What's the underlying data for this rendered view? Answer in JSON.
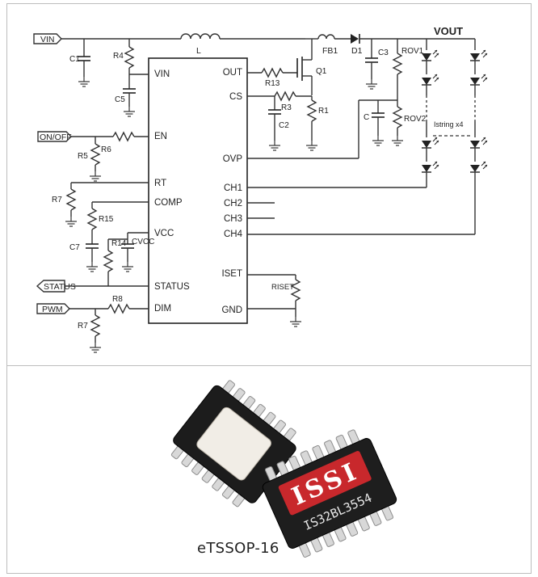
{
  "schematic": {
    "output_label": "VOUT",
    "input_pins": {
      "vin": "VIN",
      "en": "EN",
      "rt": "RT",
      "comp": "COMP",
      "vcc": "VCC",
      "status": "STATUS",
      "dim": "DIM"
    },
    "output_pins": {
      "out": "OUT",
      "cs": "CS",
      "ovp": "OVP",
      "ch1": "CH1",
      "ch2": "CH2",
      "ch3": "CH3",
      "ch4": "CH4",
      "iset": "ISET",
      "gnd": "GND"
    },
    "ports": {
      "vin": "VIN",
      "onoff": "ON/OFF",
      "status": "STATUS",
      "pwm": "PWM"
    },
    "components": {
      "L": "L",
      "FB1": "FB1",
      "D1": "D1",
      "Q1": "Q1",
      "C1": "C1",
      "C2": "C2",
      "C3": "C3",
      "C5": "C5",
      "C7": "C7",
      "C": "C",
      "R1": "R1",
      "R3": "R3",
      "R4": "R4",
      "R5": "R5",
      "R6": "R6",
      "R7a": "R7",
      "R7b": "R7",
      "R8": "R8",
      "R13": "R13",
      "R14": "R14",
      "R15": "R15",
      "ROV1": "ROV1",
      "ROV2": "ROV2",
      "RISET": "RISET",
      "CVCC": "CVCC"
    },
    "string_note": "Istring x4"
  },
  "package": {
    "caption": "eTSSOP-16",
    "logo_text": "ISSI",
    "marking": "IS32BL3554"
  }
}
